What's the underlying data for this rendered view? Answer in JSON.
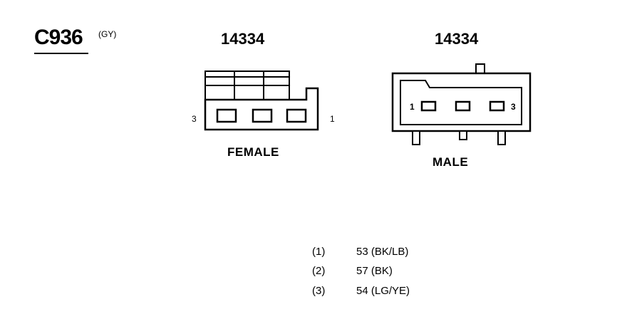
{
  "connector": {
    "id": "C936",
    "color_code": "(GY)"
  },
  "female_view": {
    "part_number": "14334",
    "label": "FEMALE",
    "pin_left": "3",
    "pin_right": "1"
  },
  "male_view": {
    "part_number": "14334",
    "label": "MALE",
    "pin_left": "1",
    "pin_right": "3"
  },
  "pinout": [
    {
      "pin": "(1)",
      "circuit": "53 (BK/LB)"
    },
    {
      "pin": "(2)",
      "circuit": "57 (BK)"
    },
    {
      "pin": "(3)",
      "circuit": "54 (LG/YE)"
    }
  ]
}
